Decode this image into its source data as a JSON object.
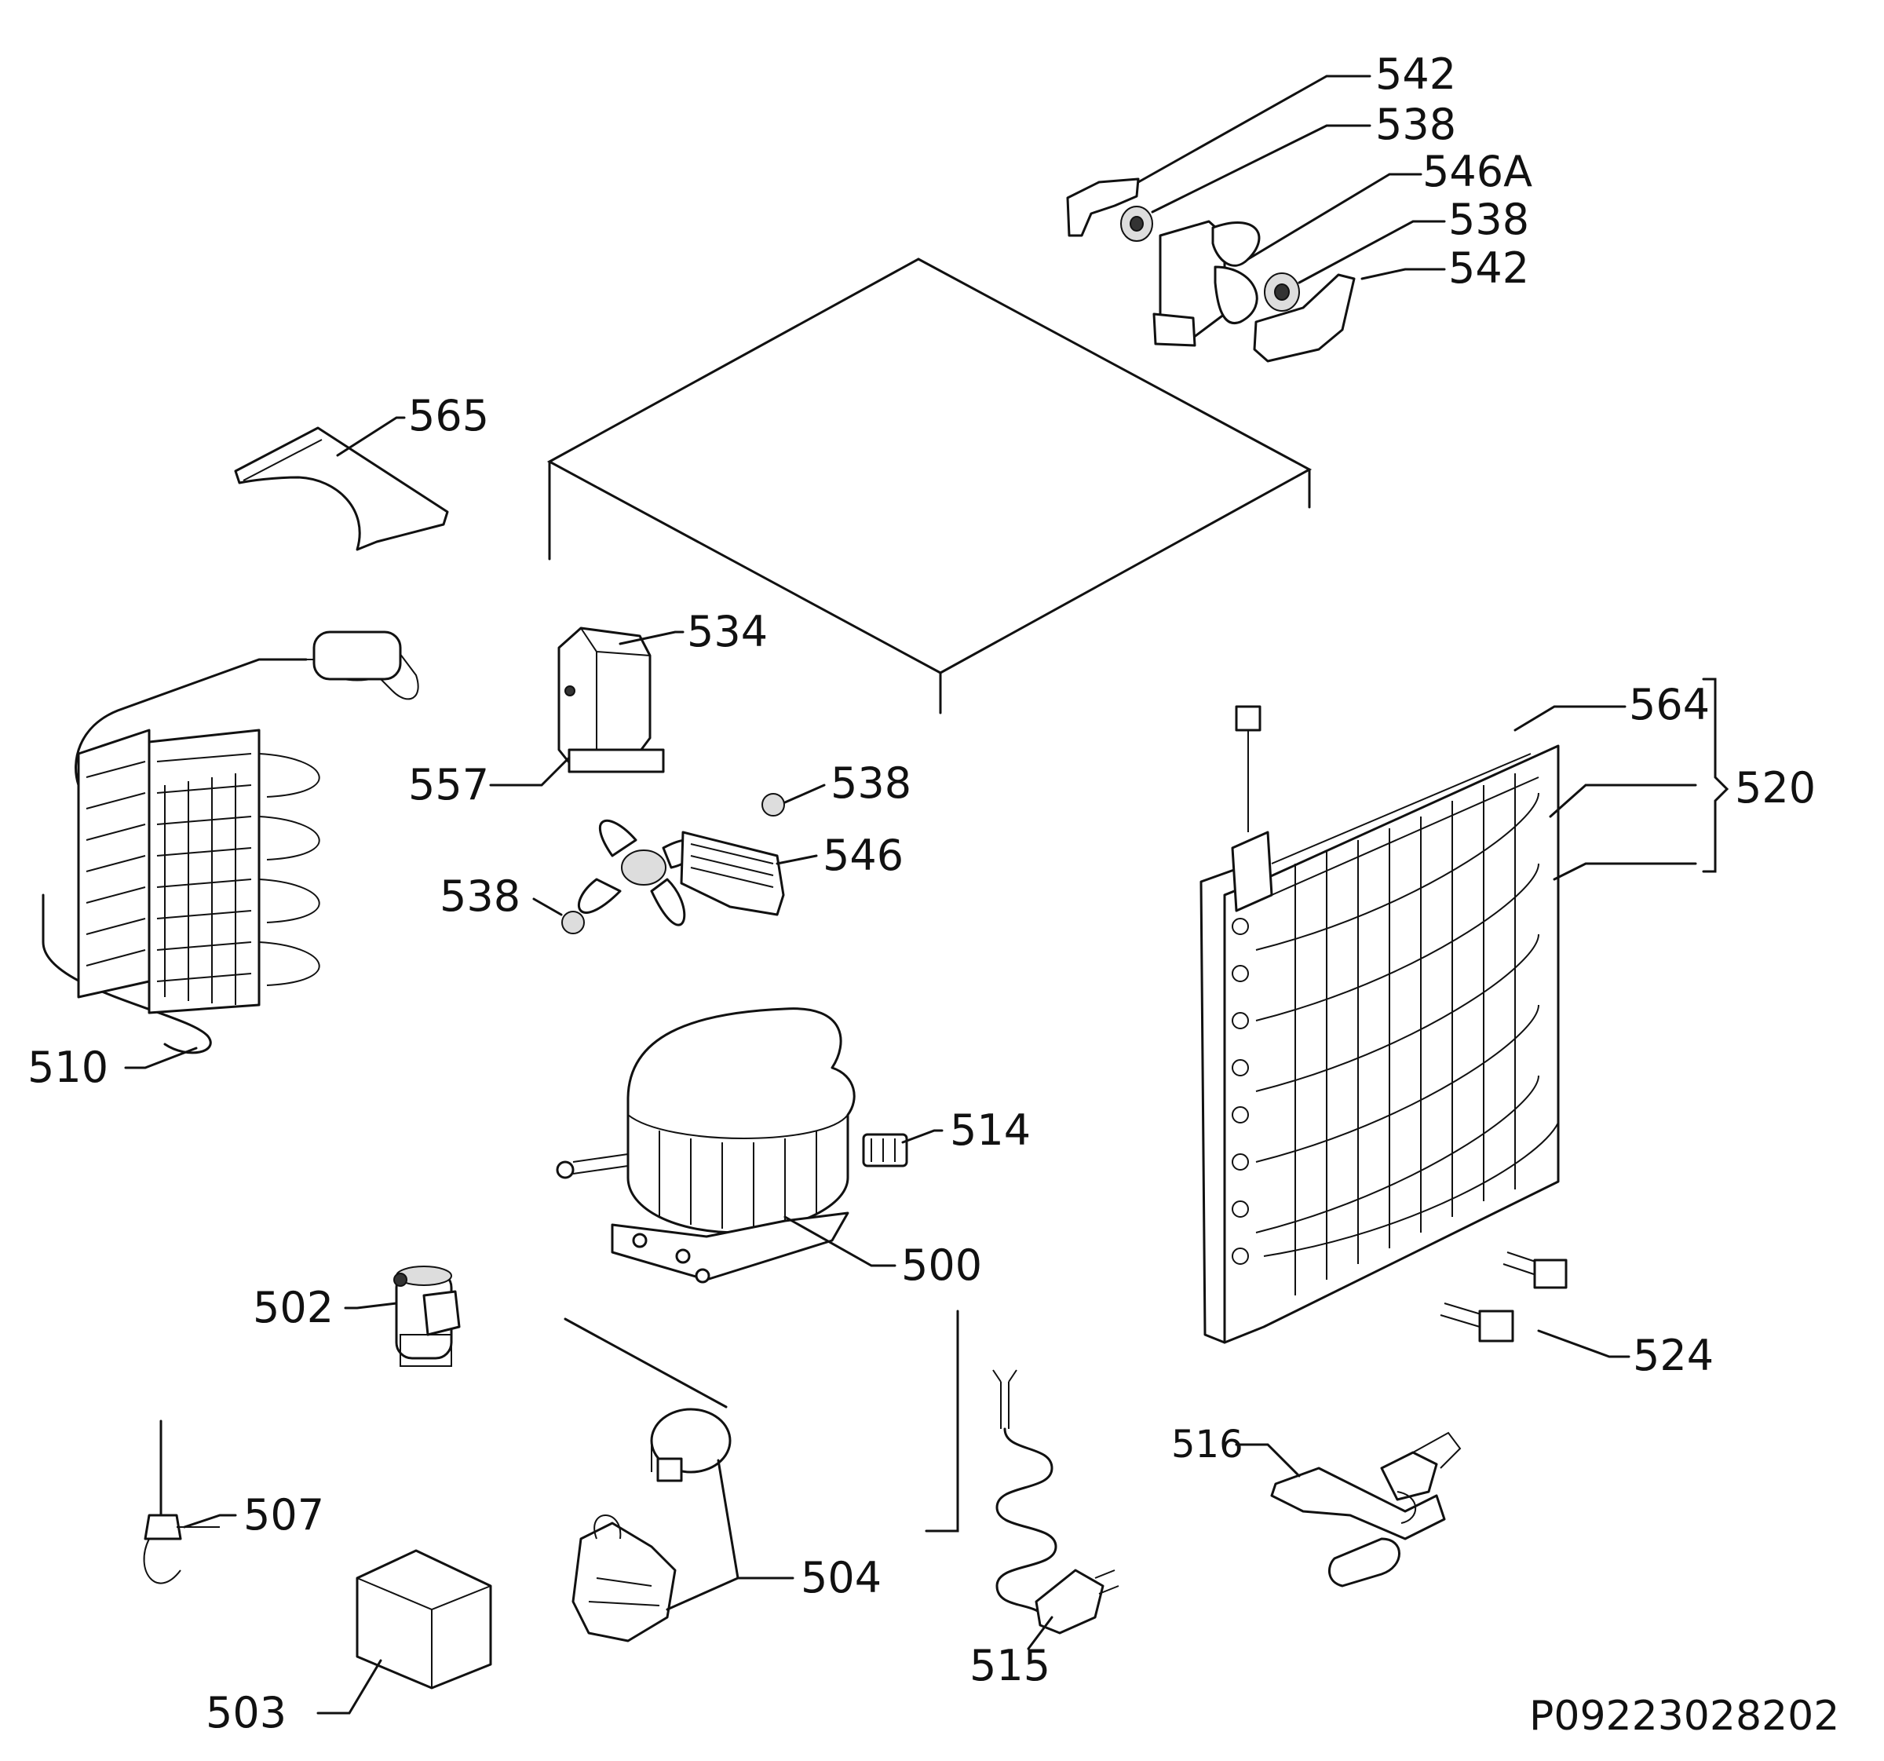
{
  "labels": {
    "p542a": "542",
    "p538a": "538",
    "p546A": "546A",
    "p538b": "538",
    "p542b": "542",
    "p565": "565",
    "p534": "534",
    "p557": "557",
    "p538c": "538",
    "p546": "546",
    "p538d": "538",
    "p564": "564",
    "p520": "520",
    "p510": "510",
    "p514": "514",
    "p500": "500",
    "p502": "502",
    "p524": "524",
    "p516": "516",
    "p507": "507",
    "p504": "504",
    "p515": "515",
    "p503": "503"
  },
  "reference_code": "P09223028202"
}
